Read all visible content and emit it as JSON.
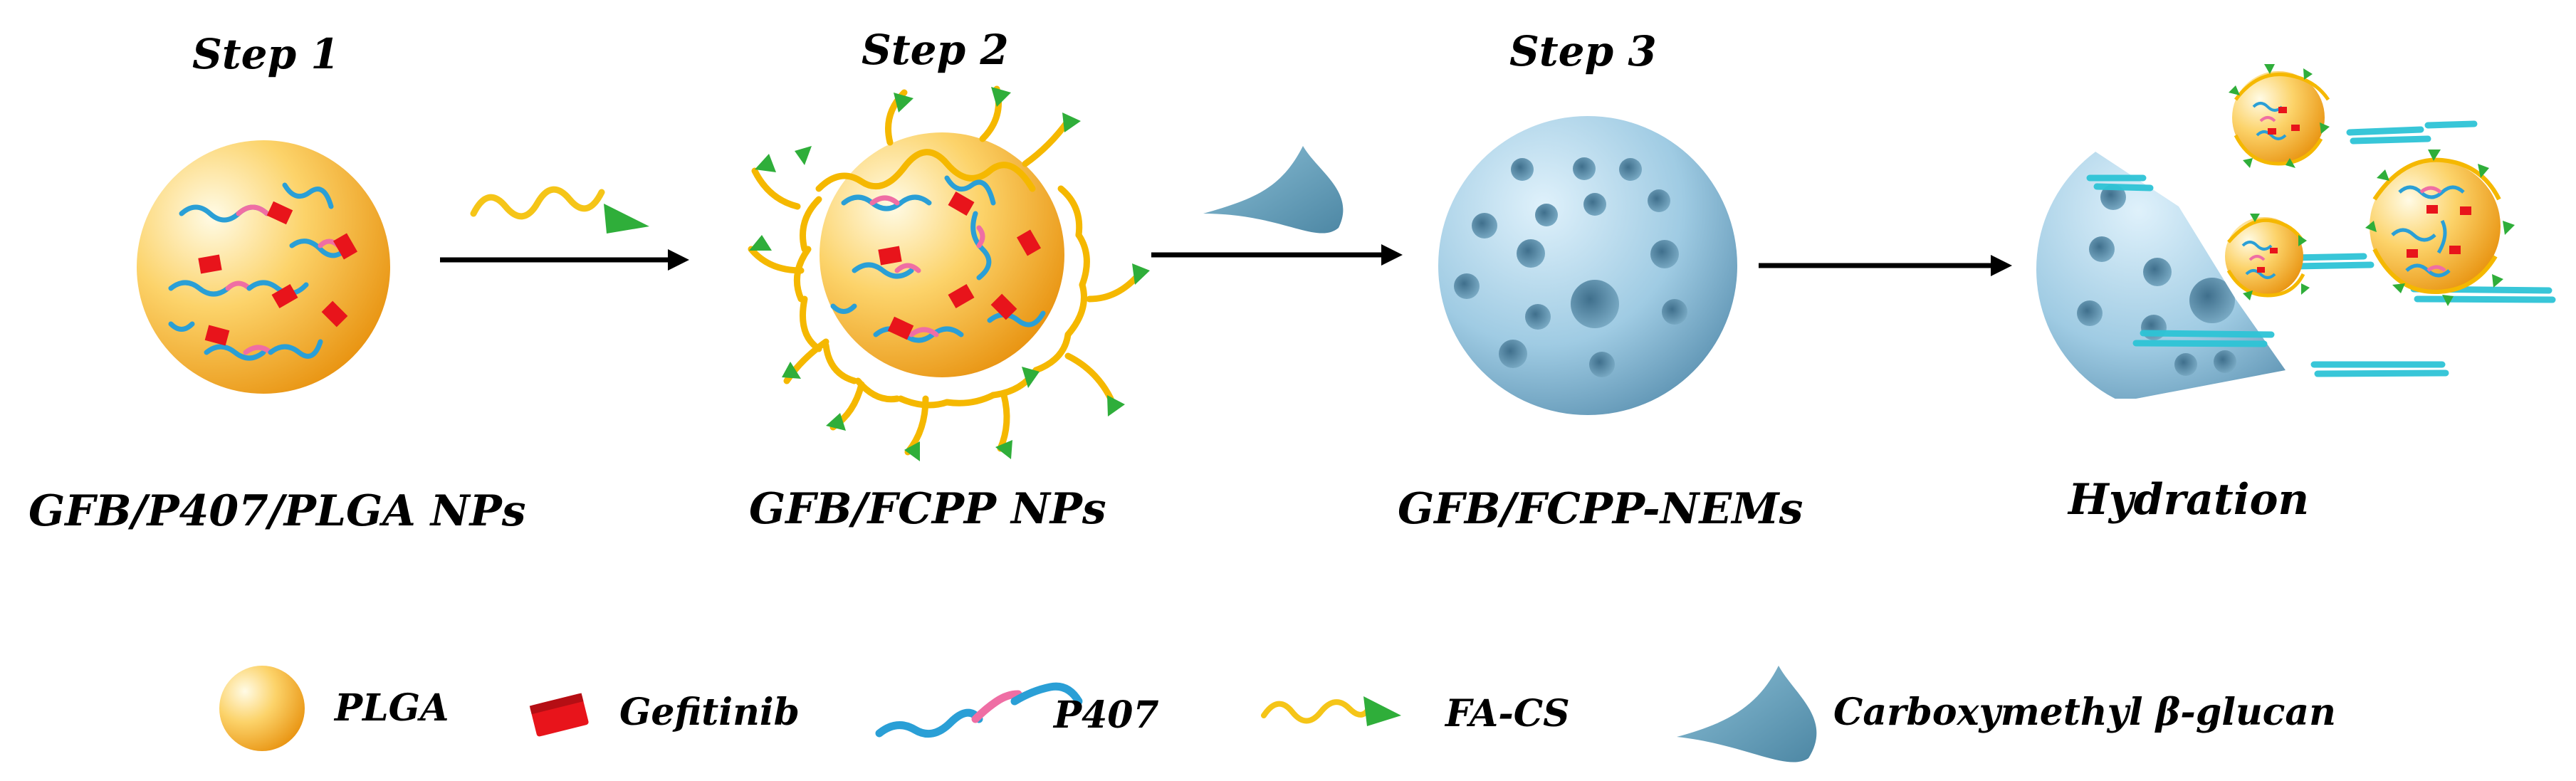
{
  "steps": [
    "Step 1",
    "Step 2",
    "Step 3"
  ],
  "stage_labels": [
    "GFB/P407/PLGA NPs",
    "GFB/FCPP NPs",
    "GFB/FCPP-NEMs",
    "Hydration"
  ],
  "legend": {
    "plga": "PLGA",
    "gefitinib": "Gefitinib",
    "p407": "P407",
    "facs": "FA-CS",
    "cmglucan": "Carboxymethyl β-glucan"
  },
  "colors": {
    "plga_light": "#fff4c2",
    "plga_dark": "#f2a21c",
    "gefitinib": "#e8141b",
    "p407_blue": "#2a9fd6",
    "p407_pink": "#ef6ea4",
    "facs_line": "#f5c518",
    "facs_head": "#2fae3a",
    "glucan": "#6aa2bd",
    "nem_light": "#cde8f6",
    "nem_dark": "#5f94b2",
    "fiber": "#2ec4d6"
  }
}
